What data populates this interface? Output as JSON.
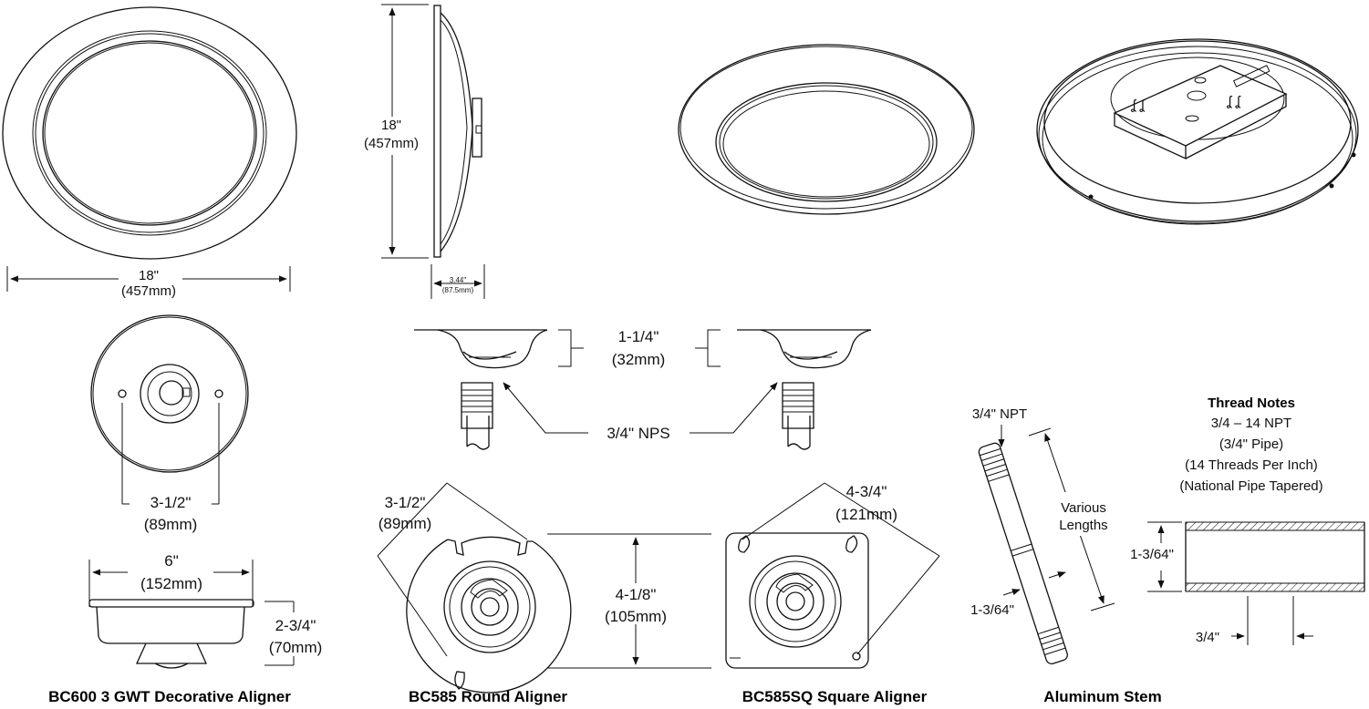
{
  "fixture": {
    "width_in": "18\"",
    "width_mm": "(457mm)",
    "height_in": "18\"",
    "height_mm": "(457mm)",
    "depth_in": "3.44\"",
    "depth_mm": "(87.5mm)"
  },
  "decorative_aligner": {
    "hole_spacing_in": "3-1/2\"",
    "hole_spacing_mm": "(89mm)",
    "diameter_in": "6\"",
    "diameter_mm": "(152mm)",
    "height_in": "2-3/4\"",
    "height_mm": "(70mm)",
    "caption": "BC600 3 GWT Decorative Aligner"
  },
  "aligners_common": {
    "height_in": "1-1/4\"",
    "height_mm": "(32mm)",
    "thread": "3/4\" NPS",
    "box_in": "4-1/8\"",
    "box_mm": "(105mm)"
  },
  "round_aligner": {
    "hole_spacing_in": "3-1/2\"",
    "hole_spacing_mm": "(89mm)",
    "caption": "BC585 Round Aligner"
  },
  "square_aligner": {
    "hole_spacing_in": "4-3/4\"",
    "hole_spacing_mm": "(121mm)",
    "caption": "BC585SQ Square Aligner"
  },
  "stem": {
    "thread": "3/4\" NPT",
    "length": [
      "Various",
      "Lengths"
    ],
    "diameter": "1-3/64\"",
    "caption": "Aluminum Stem"
  },
  "thread_notes": {
    "title": "Thread Notes",
    "lines": [
      "3/4 – 14 NPT",
      "(3/4\" Pipe)",
      "(14 Threads Per Inch)",
      "(National Pipe Tapered)"
    ],
    "od": "1-3/64\"",
    "length": "3/4\""
  }
}
